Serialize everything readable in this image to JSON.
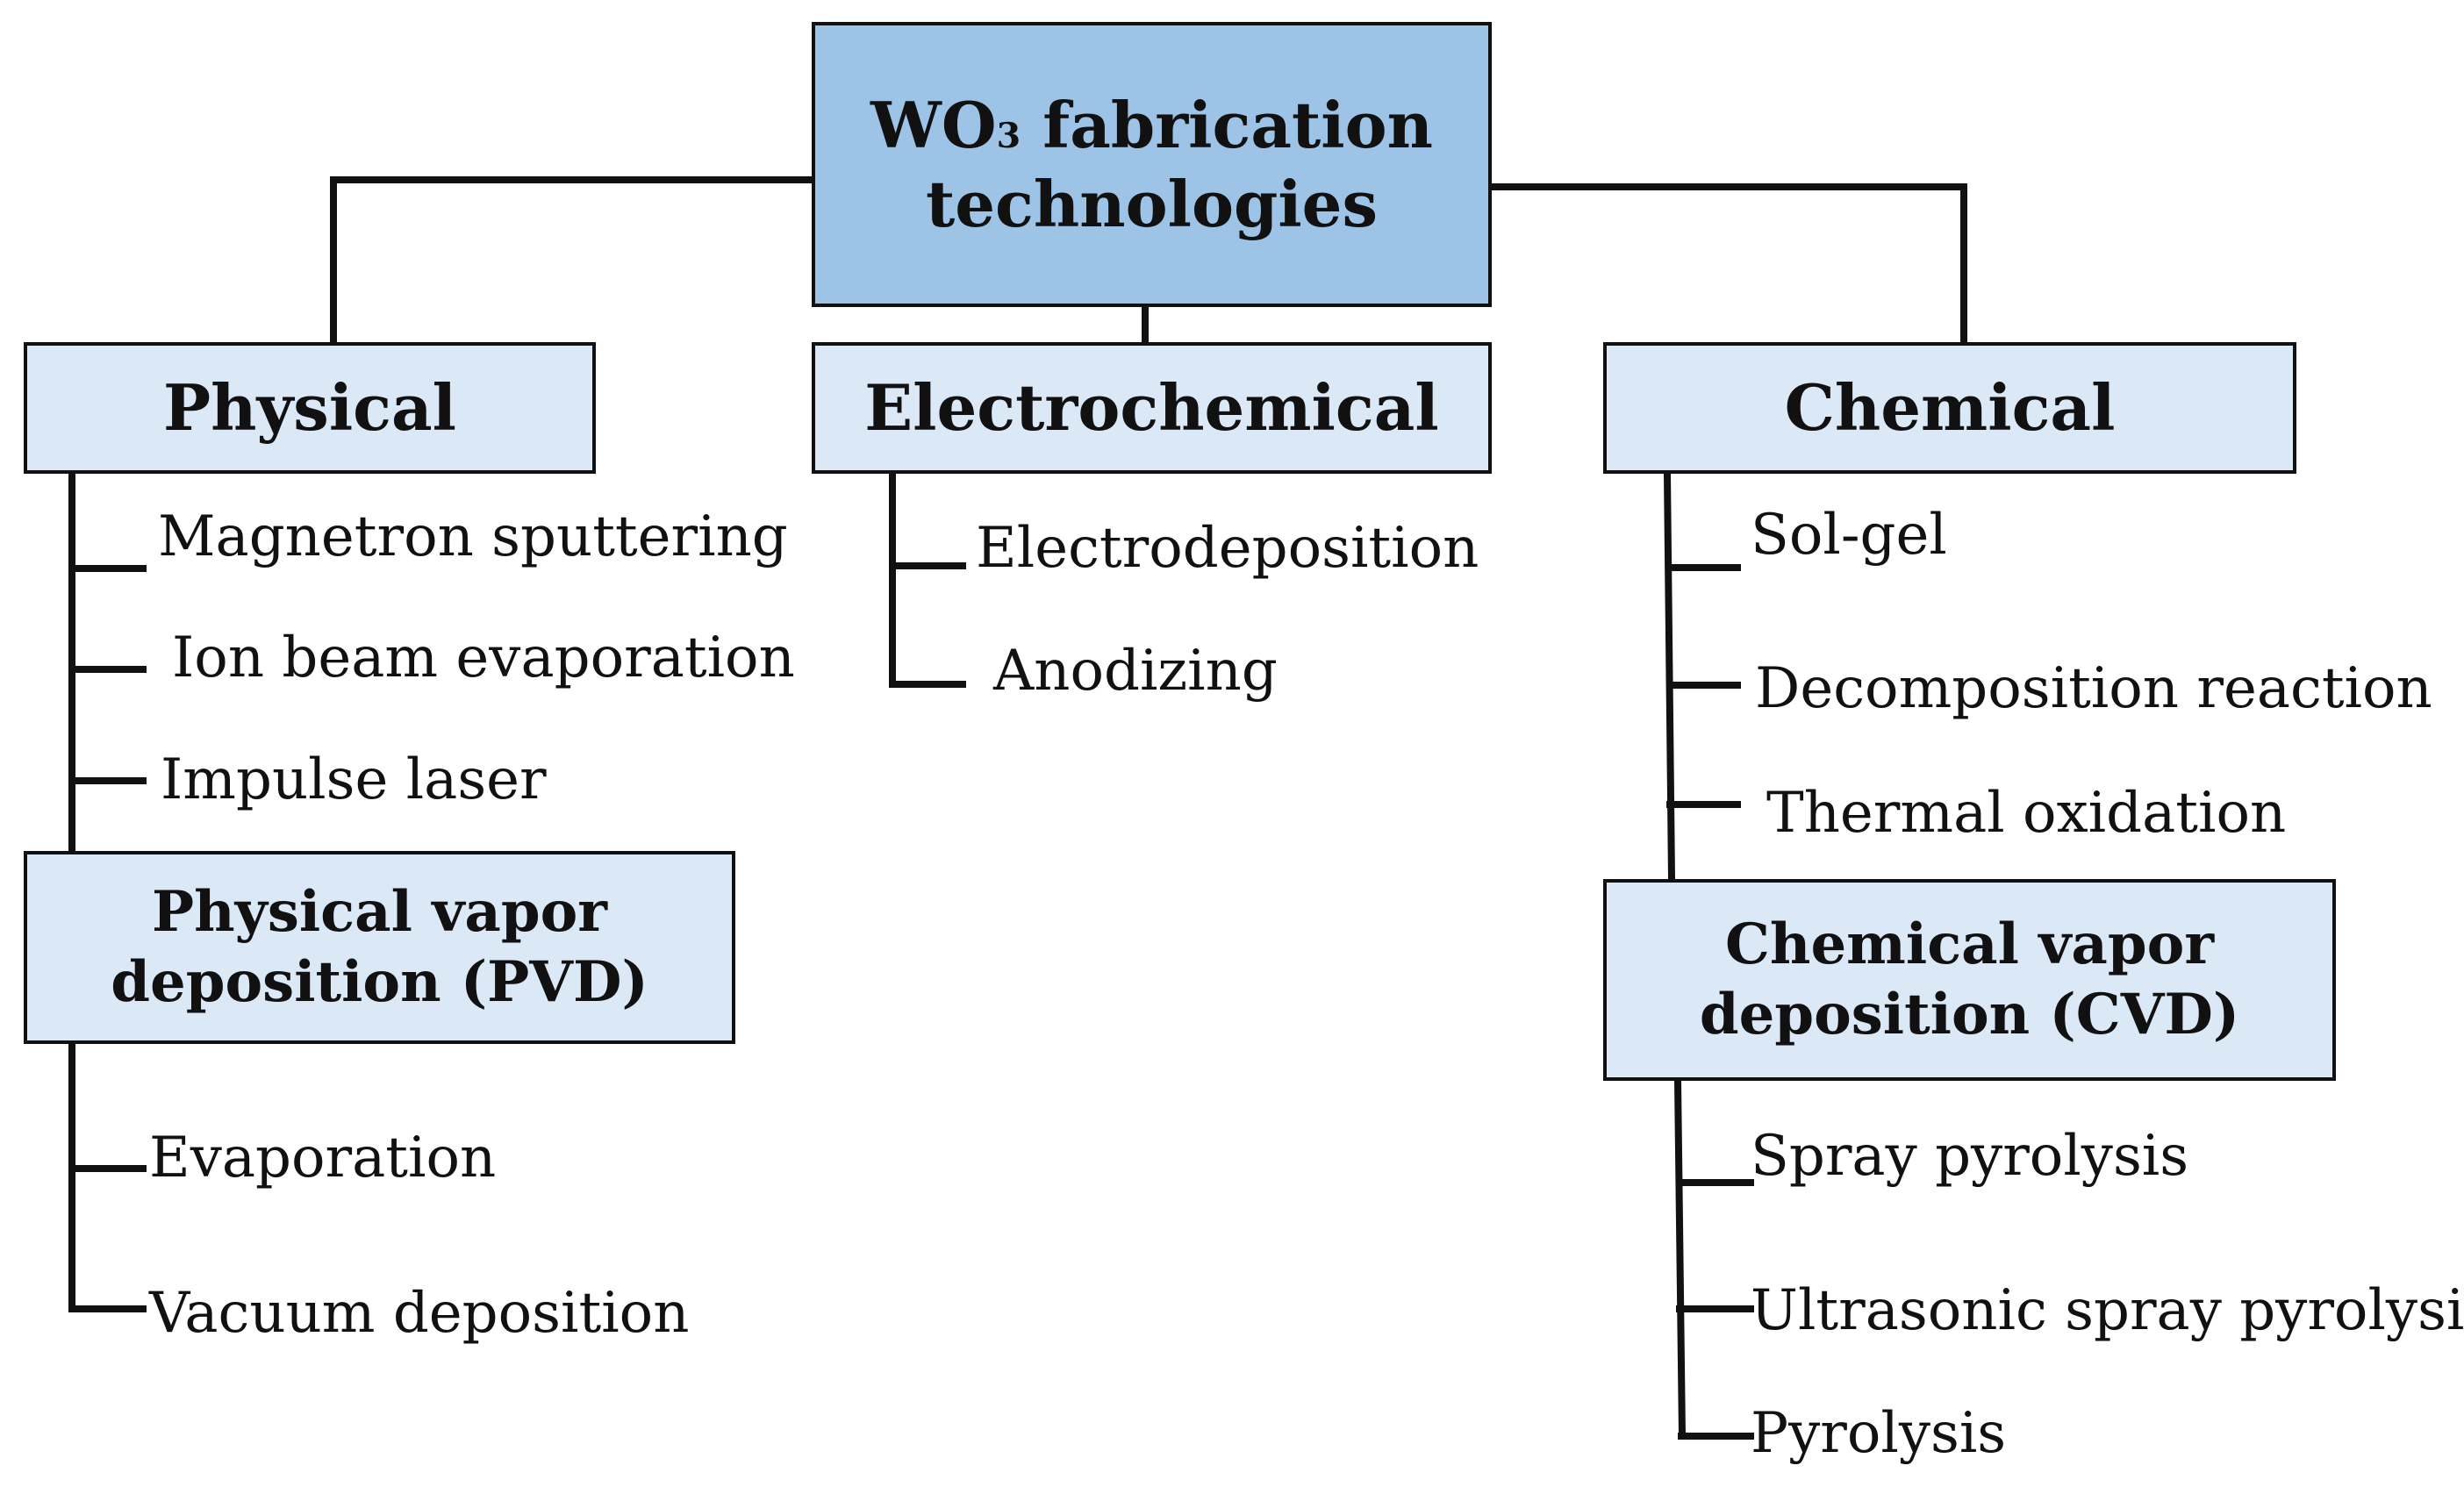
{
  "root": {
    "title_prefix": "WO",
    "title_sub": "3",
    "title_rest": " fabrication",
    "title_line2": "technologies"
  },
  "categories": {
    "physical": {
      "label": "Physical",
      "items": [
        "Magnetron sputtering",
        "Ion beam evaporation",
        "Impulse laser"
      ],
      "subgroup": {
        "line1": "Physical vapor",
        "line2": "deposition (PVD)",
        "items": [
          "Evaporation",
          "Vacuum deposition"
        ]
      }
    },
    "electrochemical": {
      "label": "Electrochemical",
      "items": [
        "Electrodeposition",
        "Anodizing"
      ]
    },
    "chemical": {
      "label": "Chemical",
      "items": [
        "Sol-gel",
        "Decomposition reaction",
        "Thermal oxidation"
      ],
      "subgroup": {
        "line1": "Chemical vapor",
        "line2": "deposition (CVD)",
        "items": [
          "Spray pyrolysis",
          "Ultrasonic spray pyrolysis",
          "Pyrolysis"
        ]
      }
    }
  },
  "colors": {
    "root_fill": "#9dc3e6",
    "box_fill": "#dbe8f5",
    "line": "#111111"
  }
}
